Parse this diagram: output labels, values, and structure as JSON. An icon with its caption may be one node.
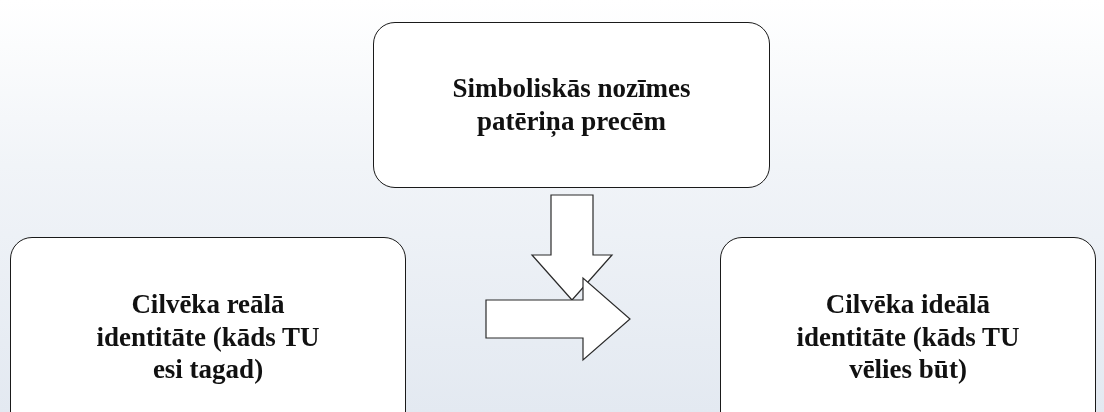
{
  "diagram": {
    "nodes": [
      {
        "text": [
          "Simboliskās nozīmes patēriņa precēm"
        ]
      },
      {
        "text": [
          "Cilvēka reālā identitāte (kāds TU esi tagad)"
        ]
      },
      {
        "text": [
          "Cilvēka ideālā identitāte (kāds TU vēlies būt)"
        ]
      }
    ],
    "edges": [
      {
        "from": 0,
        "to": null,
        "arrow": "to"
      },
      {
        "from": 1,
        "to": 2,
        "arrow": "to"
      }
    ]
  }
}
